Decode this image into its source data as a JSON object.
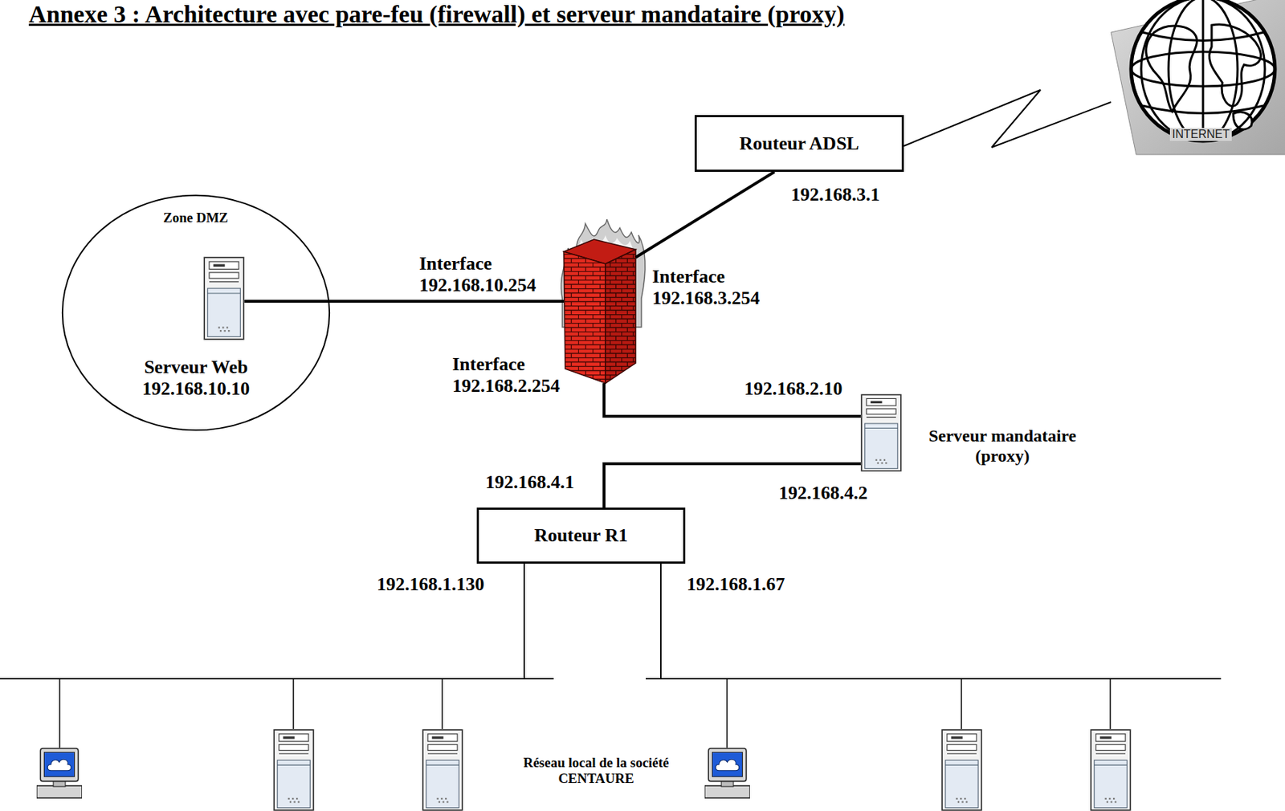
{
  "diagram": {
    "title": "Annexe 3 : Architecture avec pare-feu (firewall) et serveur mandataire (proxy)",
    "nodes": [
      {
        "text": [
          "INTERNET"
        ]
      },
      {
        "text": [
          "Routeur ADSL"
        ]
      },
      {
        "text": [
          "Zone DMZ"
        ]
      },
      {
        "text": [
          "Serveur Web 192.168.10.10"
        ],
        "in": 2
      },
      {
        "text": [
          "Interface 192.168.10.254",
          "Interface 192.168.3.254",
          "Interface 192.168.2.254"
        ]
      },
      {
        "text": [
          "Serveur mandataire (proxy)"
        ]
      },
      {
        "text": [
          "Routeur R1"
        ]
      }
    ],
    "edges": [
      {
        "from": 3,
        "to": 4,
        "arrow": "none"
      },
      {
        "from": 4,
        "to": 1,
        "arrow": "none"
      },
      {
        "from": 1,
        "to": 0,
        "arrow": "none"
      },
      {
        "from": 4,
        "to": 5,
        "arrow": "none"
      },
      {
        "from": 5,
        "to": 6,
        "arrow": "none"
      }
    ],
    "labels": [
      "192.168.3.1",
      "192.168.2.10",
      "192.168.4.1",
      "192.168.4.2",
      "192.168.1.130",
      "192.168.1.67",
      "Réseau local de la société CENTAURE"
    ]
  }
}
